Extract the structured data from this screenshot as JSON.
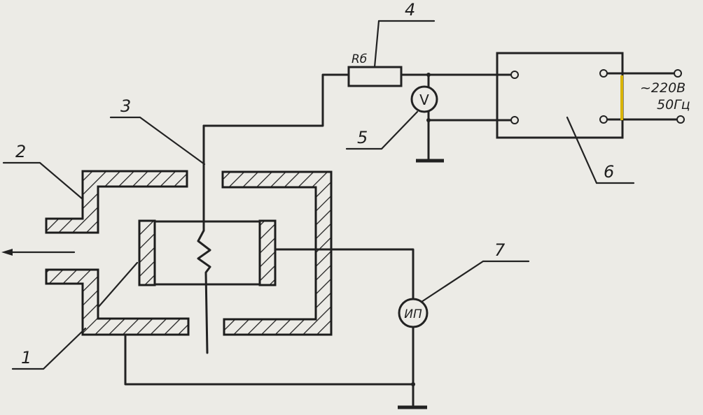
{
  "labels": {
    "n1": "1",
    "n2": "2",
    "n3": "3",
    "n4": "4",
    "n5": "5",
    "n6": "6",
    "n7": "7",
    "resistor": "Rб",
    "voltmeter": "V",
    "meter": "ИП",
    "supply_voltage": "~220В",
    "supply_freq": "50Гц"
  },
  "colors": {
    "ink": "#222222",
    "paper": "#ecebe6",
    "marker": "#d9b400"
  }
}
